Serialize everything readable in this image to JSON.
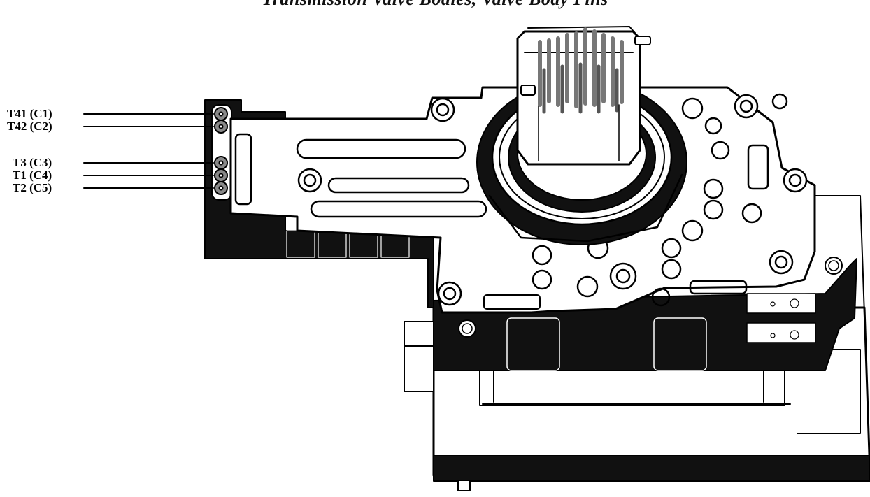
{
  "title": "Transmission Valve Bodies, Valve Body Pins",
  "callouts": [
    {
      "label": "T41 (C1)"
    },
    {
      "label": "T42 (C2)"
    },
    {
      "label": "T3 (C3)"
    },
    {
      "label": "T1 (C4)"
    },
    {
      "label": "T2 (C5)"
    }
  ]
}
